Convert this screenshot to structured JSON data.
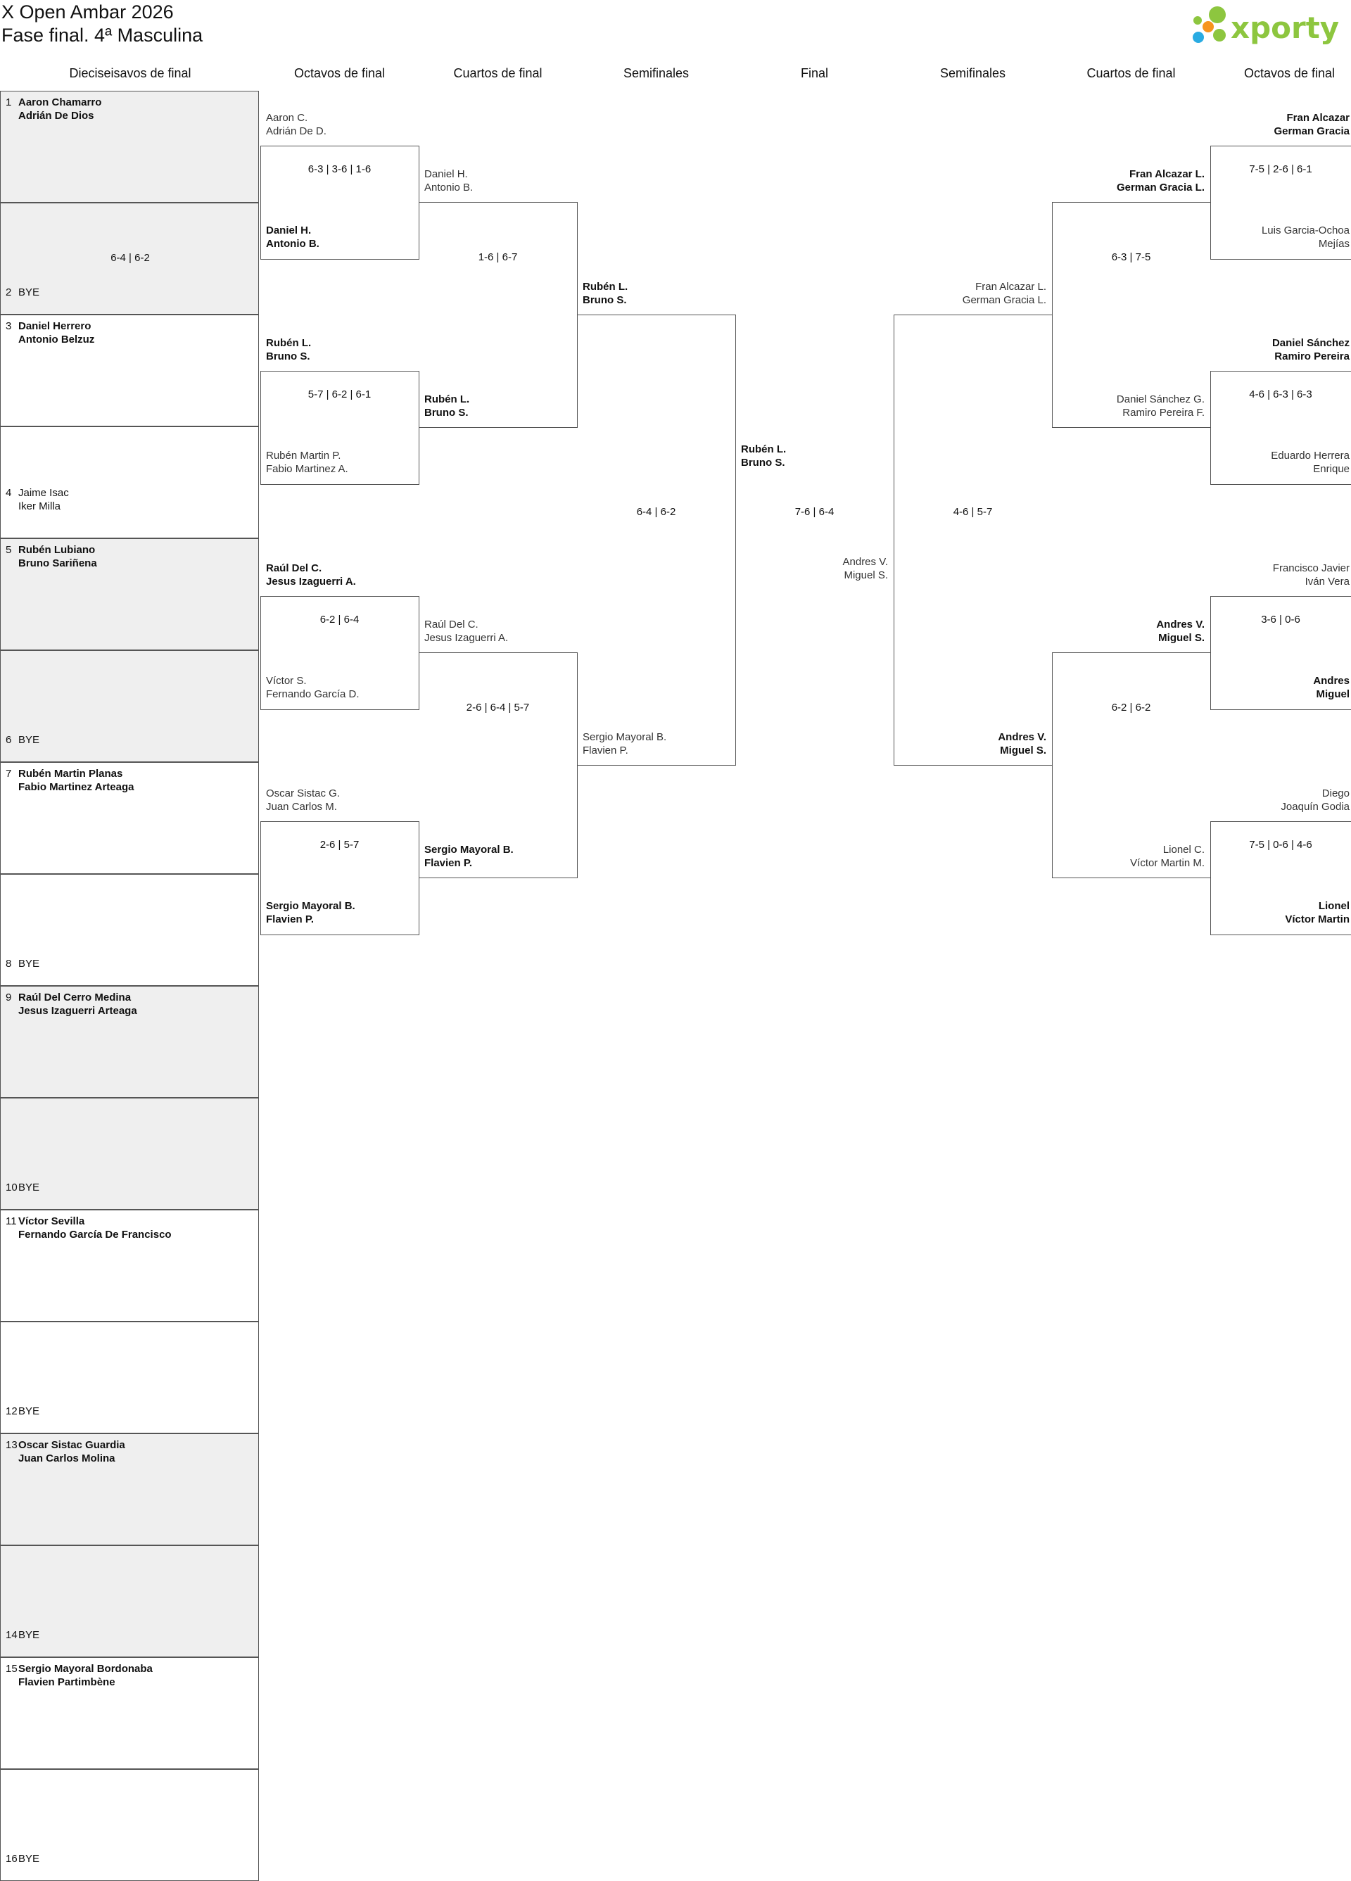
{
  "header": {
    "title_line1": "X Open Ambar 2026",
    "title_line2": "Fase final. 4ª Masculina",
    "logo_text": "xporty",
    "logo_colors": {
      "text": "#8dc63f",
      "green": "#8dc63f",
      "orange": "#f7941d",
      "blue": "#29abe2"
    }
  },
  "rounds": {
    "r32": "Dieciseisavos de final",
    "r16": "Octavos de final",
    "qf": "Cuartos de final",
    "sf": "Semifinales",
    "final": "Final",
    "sf_right": "Semifinales",
    "qf_right": "Cuartos de final",
    "r16_right": "Octavos de final"
  },
  "seeds": [
    {
      "n": "1",
      "a": "Aaron Chamarro",
      "b": "Adrián De Dios"
    },
    {
      "n": "2",
      "a": "BYE",
      "b": ""
    },
    {
      "n": "3",
      "a": "Daniel Herrero",
      "b": "Antonio Belzuz"
    },
    {
      "n": "4",
      "a": "Jaime Isac",
      "b": "Iker Milla"
    },
    {
      "n": "5",
      "a": "Rubén Lubiano",
      "b": "Bruno Sariñena"
    },
    {
      "n": "6",
      "a": "BYE",
      "b": ""
    },
    {
      "n": "7",
      "a": "Rubén Martin Planas",
      "b": "Fabio Martinez Arteaga"
    },
    {
      "n": "8",
      "a": "BYE",
      "b": ""
    },
    {
      "n": "9",
      "a": "Raúl Del Cerro Medina",
      "b": "Jesus Izaguerri Arteaga"
    },
    {
      "n": "10",
      "a": "BYE",
      "b": ""
    },
    {
      "n": "11",
      "a": "Víctor Sevilla",
      "b": "Fernando García De Francisco"
    },
    {
      "n": "12",
      "a": "BYE",
      "b": ""
    },
    {
      "n": "13",
      "a": "Oscar Sistac Guardia",
      "b": "Juan Carlos Molina"
    },
    {
      "n": "14",
      "a": "BYE",
      "b": ""
    },
    {
      "n": "15",
      "a": "Sergio Mayoral Bordonaba",
      "b": "Flavien Partimbène"
    },
    {
      "n": "16",
      "a": "BYE",
      "b": ""
    }
  ],
  "r32_scores": {
    "m2": "6-4 | 6-2"
  },
  "r16_left": [
    {
      "a": "Aaron C.",
      "b": "Adrián De D.",
      "win": false
    },
    {
      "a": "Daniel H.",
      "b": "Antonio B.",
      "win": true
    },
    {
      "a": "Rubén L.",
      "b": "Bruno S.",
      "win": true
    },
    {
      "a": "Rubén Martin P.",
      "b": "Fabio Martinez A.",
      "win": false
    },
    {
      "a": "Raúl Del C.",
      "b": "Jesus Izaguerri A.",
      "win": true
    },
    {
      "a": "Víctor S.",
      "b": "Fernando García D.",
      "win": false
    },
    {
      "a": "Oscar Sistac G.",
      "b": "Juan Carlos M.",
      "win": false
    },
    {
      "a": "Sergio Mayoral B.",
      "b": "Flavien P.",
      "win": true
    }
  ],
  "r16_left_scores": [
    "6-3 | 3-6 | 1-6",
    "5-7 | 6-2 | 6-1",
    "6-2 | 6-4",
    "2-6 | 5-7"
  ],
  "qf_left": [
    {
      "a": "Daniel H.",
      "b": "Antonio B.",
      "win": false
    },
    {
      "a": "Rubén L.",
      "b": "Bruno S.",
      "win": true
    },
    {
      "a": "Raúl Del C.",
      "b": "Jesus Izaguerri A.",
      "win": false
    },
    {
      "a": "Sergio Mayoral B.",
      "b": "Flavien P.",
      "win": true
    }
  ],
  "qf_left_scores": [
    "1-6 | 6-7",
    "2-6 | 6-4 | 5-7"
  ],
  "sf_left": [
    {
      "a": "Rubén L.",
      "b": "Bruno S.",
      "win": true
    },
    {
      "a": "Sergio Mayoral B.",
      "b": "Flavien P.",
      "win": false
    }
  ],
  "sf_left_score": "6-4 | 6-2",
  "final": {
    "top": {
      "a": "Rubén L.",
      "b": "Bruno S.",
      "win": true
    },
    "bottom": {
      "a": "Andres V.",
      "b": "Miguel S.",
      "win": false
    },
    "score": "7-6 | 6-4"
  },
  "sf_right": [
    {
      "a": "Fran Alcazar L.",
      "b": "German Gracia L.",
      "win": false
    },
    {
      "a": "Andres V.",
      "b": "Miguel S.",
      "win": true
    }
  ],
  "sf_right_score": "4-6 | 5-7",
  "qf_right": [
    {
      "a": "Fran Alcazar L.",
      "b": "German Gracia L.",
      "win": true
    },
    {
      "a": "Daniel Sánchez G.",
      "b": "Ramiro Pereira F.",
      "win": false
    },
    {
      "a": "Andres V.",
      "b": "Miguel S.",
      "win": true
    },
    {
      "a": "Lionel C.",
      "b": "Víctor Martin M.",
      "win": false
    }
  ],
  "qf_right_scores": [
    "6-3 | 7-5",
    "6-2 | 6-2"
  ],
  "r16_right": [
    {
      "a": "Fran Alcazar",
      "b": "German Gracia",
      "win": true
    },
    {
      "a": "Luis Garcia-Ochoa",
      "b": "Mejías",
      "win": false
    },
    {
      "a": "Daniel Sánchez",
      "b": "Ramiro Pereira",
      "win": true
    },
    {
      "a": "Eduardo Herrera",
      "b": "Enrique",
      "win": false
    },
    {
      "a": "Francisco Javier",
      "b": "Iván Vera",
      "win": false
    },
    {
      "a": "Andres",
      "b": "Miguel",
      "win": true
    },
    {
      "a": "Diego",
      "b": "Joaquín Godia",
      "win": false
    },
    {
      "a": "Lionel",
      "b": "Víctor Martin",
      "win": true
    }
  ],
  "r16_right_scores": [
    "7-5 | 2-6 | 6-1",
    "4-6 | 6-3 | 6-3",
    "3-6 | 0-6",
    "7-5 | 0-6 | 4-6"
  ]
}
